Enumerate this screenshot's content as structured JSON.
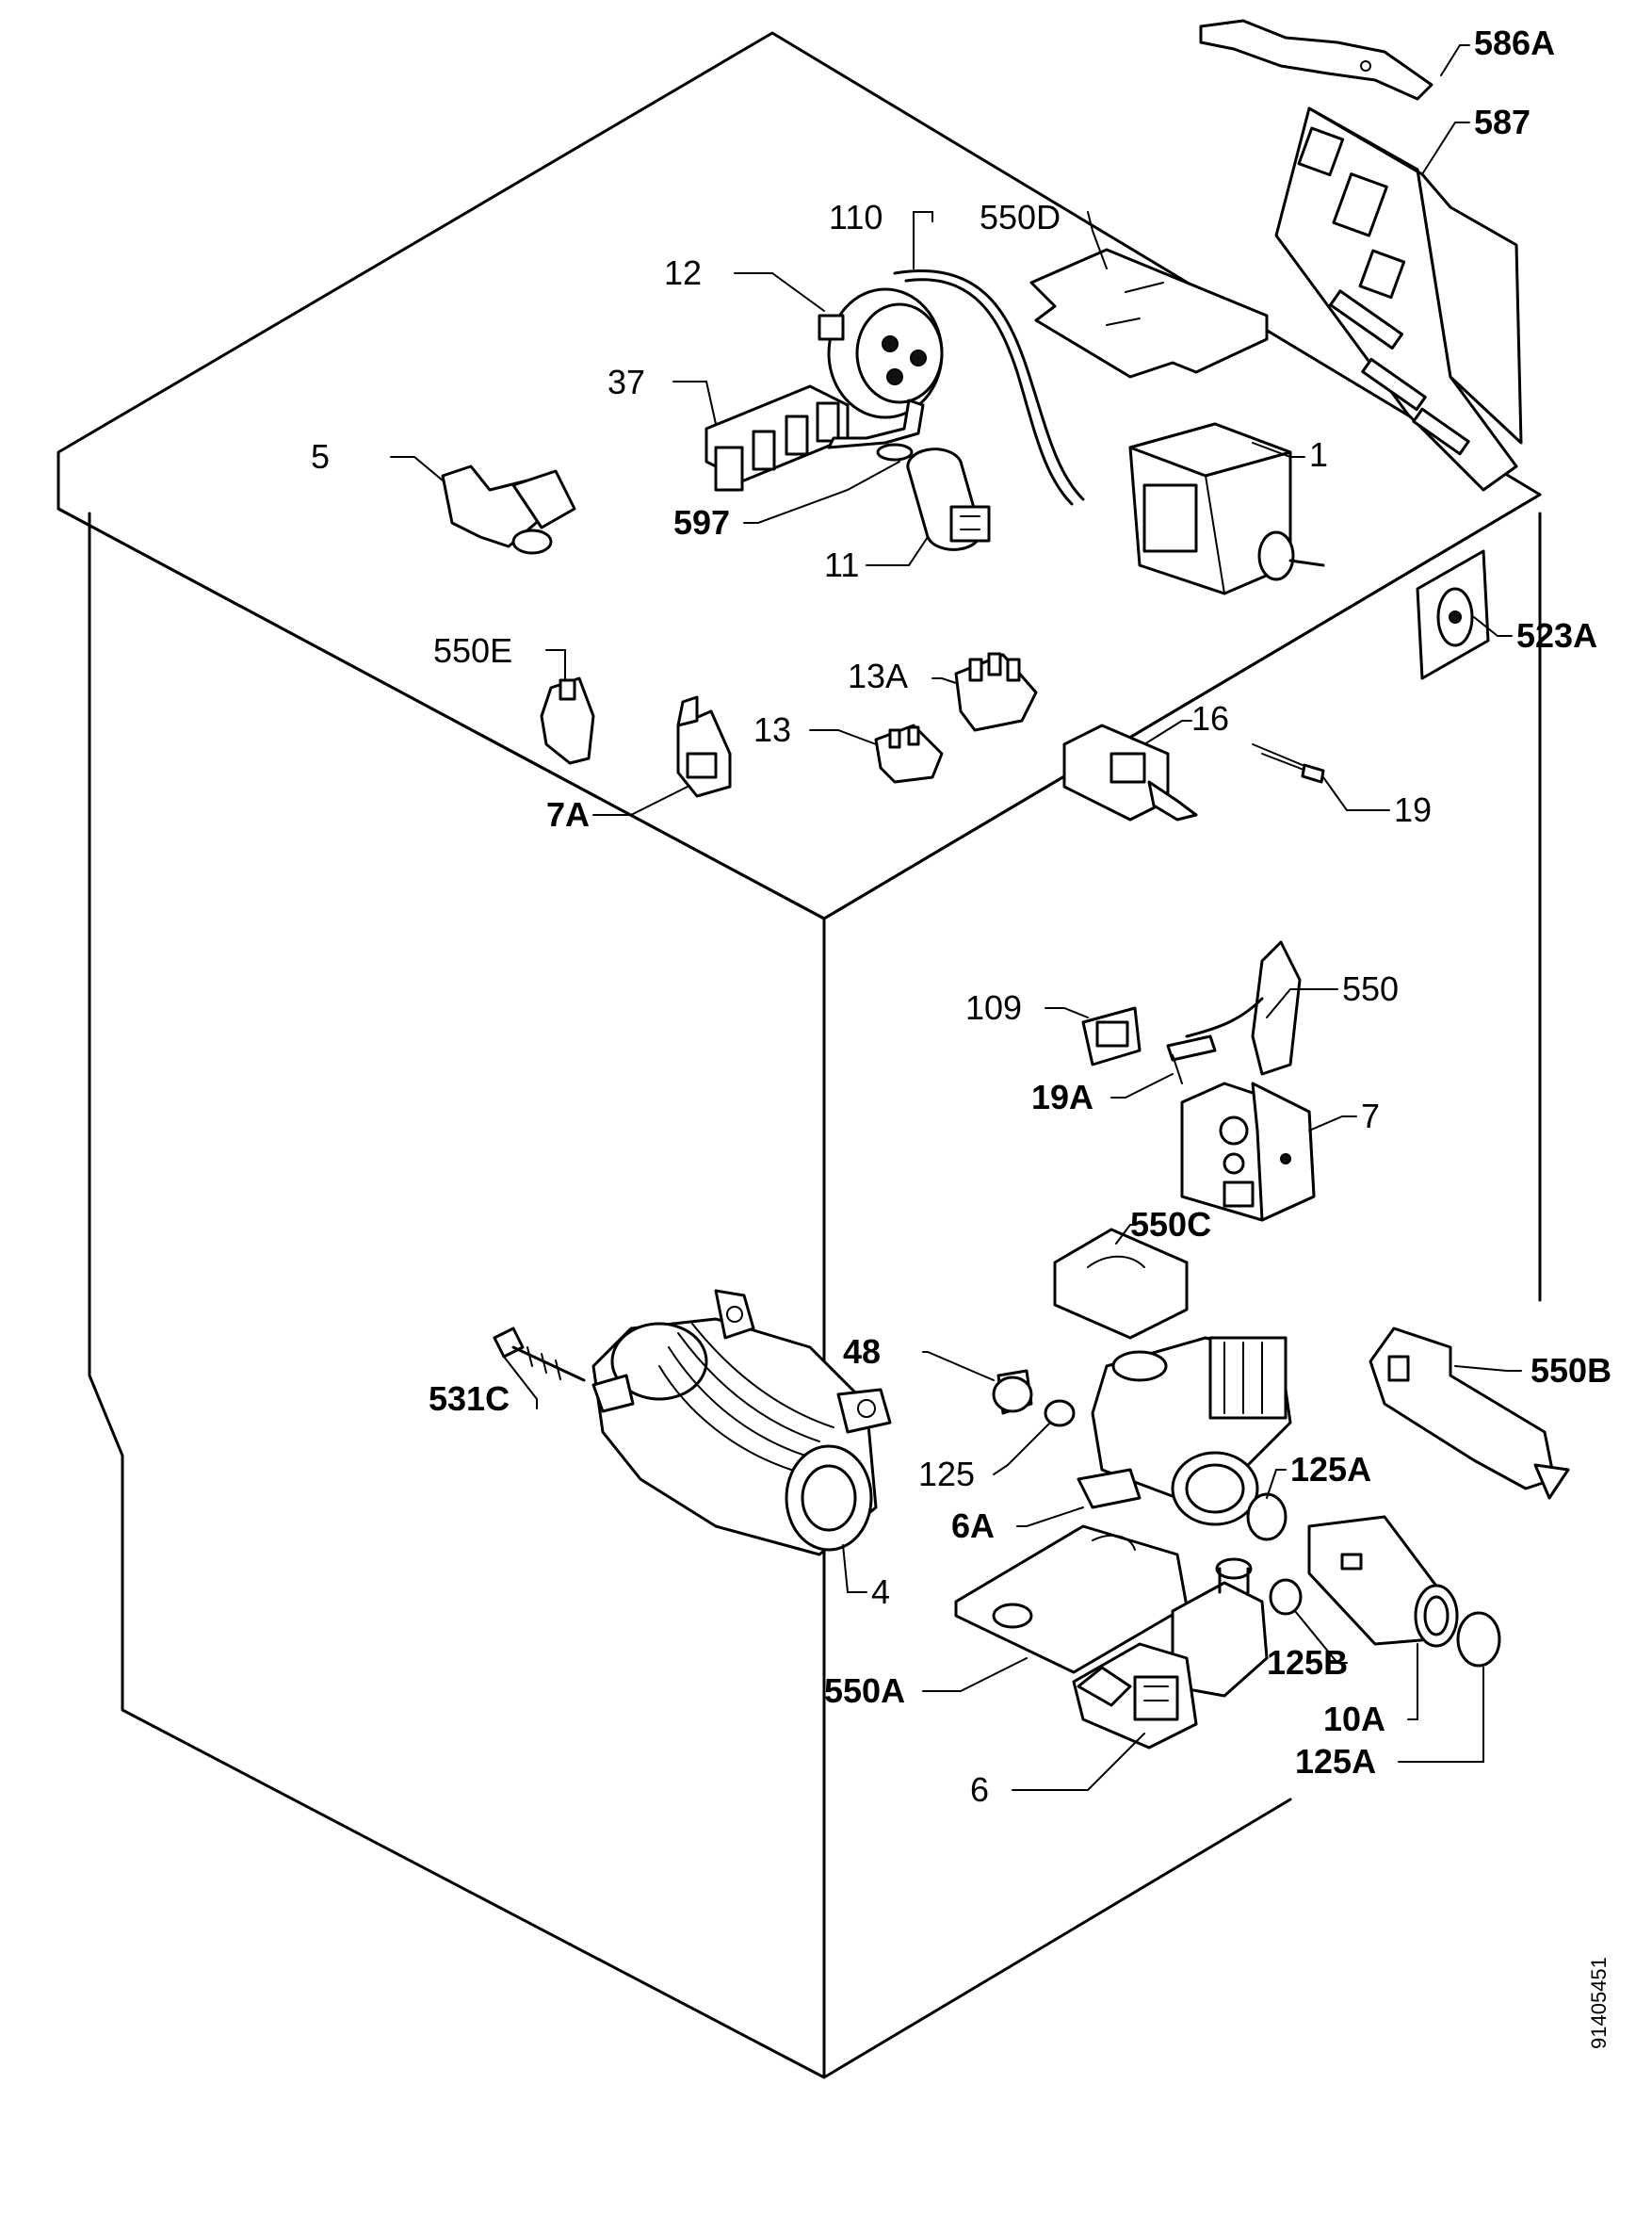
{
  "diagram": {
    "doc_number": "91405451",
    "labels": {
      "p586A": "586A",
      "p587": "587",
      "p110": "110",
      "p550D": "550D",
      "p12": "12",
      "p37": "37",
      "p5": "5",
      "p597": "597",
      "p11": "11",
      "p1": "1",
      "p523A": "523A",
      "p550E": "550E",
      "p13A": "13A",
      "p13": "13",
      "p16": "16",
      "p19": "19",
      "p7A": "7A",
      "p109": "109",
      "p550": "550",
      "p19A": "19A",
      "p7": "7",
      "p550C": "550C",
      "p48": "48",
      "p550B": "550B",
      "p531C": "531C",
      "p125": "125",
      "p125A_upper": "125A",
      "p6A": "6A",
      "p4": "4",
      "p125B": "125B",
      "p10A": "10A",
      "p550A": "550A",
      "p125A_lower": "125A",
      "p6": "6"
    }
  }
}
